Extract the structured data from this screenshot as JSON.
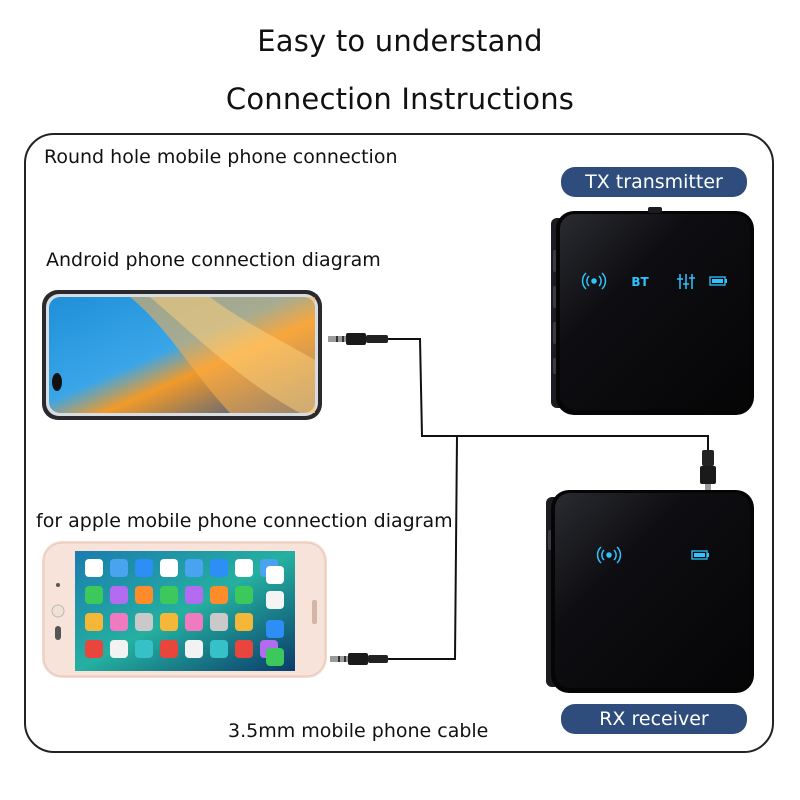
{
  "title": {
    "line1": "Easy to understand",
    "line2": "Connection Instructions"
  },
  "labels": {
    "round_hole": "Round hole mobile phone connection",
    "android": "Android phone connection diagram",
    "apple": "for apple mobile phone connection diagram",
    "cable": "3.5mm mobile phone cable"
  },
  "devices": {
    "tx": {
      "label": "TX transmitter",
      "indicators": [
        "wireless-icon",
        "BT",
        "equalizer-icon",
        "battery-icon"
      ],
      "bt_text": "BT"
    },
    "rx": {
      "label": "RX receiver",
      "indicators": [
        "wireless-icon",
        "battery-icon"
      ]
    }
  },
  "colors": {
    "pill_bg": "#2e4d7c",
    "indicator_cyan": "#2fc4ff",
    "device_body": "#0d0d0f",
    "cable": "#111111"
  }
}
